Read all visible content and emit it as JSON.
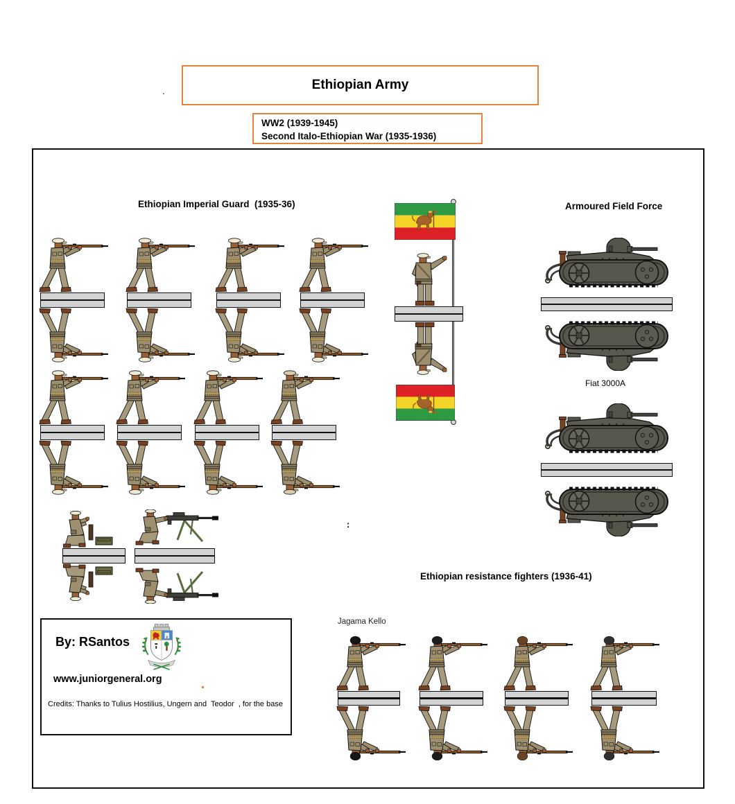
{
  "header": {
    "title": "Ethiopian Army",
    "subtitle_line1": "WW2 (1939-1945)",
    "subtitle_line2": "Second Italo-Ethiopian War (1935-1936)",
    "stray_dot": "."
  },
  "sections": {
    "imperial_guard": {
      "heading": "Ethiopian Imperial Guard  (1935-36)",
      "row1_figures": [
        "rifleman-firing",
        "rifleman-firing",
        "rifleman-firing",
        "rifleman-firing"
      ],
      "row2_figures": [
        "rifleman-firing",
        "rifleman-firing",
        "rifleman-firing",
        "rifleman-firing"
      ],
      "row3_figures": [
        "kneeling-ammo-loader",
        "kneeling-machine-gunner"
      ],
      "flag_bearer": "standard-bearer-with-imperial-lion-flag"
    },
    "armoured_field_force": {
      "heading": "Armoured Field Force",
      "tank_label": "Fiat 3000A",
      "tank_count": 2
    },
    "resistance": {
      "heading": "Ethiopian resistance fighters (1936-41)",
      "figure_label": "Jagama Kello",
      "figure_count": 4
    },
    "stray_colon": ":"
  },
  "credits": {
    "author": "By: RSantos",
    "website": "www.juniorgeneral.org",
    "thanks": "Credits: Thanks to Tulius Hostilius, Ungern and  Teodor  , for the base"
  },
  "colors": {
    "accent_orange": "#E8823A",
    "flag_green": "#2E9B44",
    "flag_yellow": "#F5D428",
    "flag_red": "#DC2127",
    "uniform_khaki": "#9E8F6F",
    "base_gray": "#D3D3D3",
    "tank_gray": "#57574E"
  }
}
